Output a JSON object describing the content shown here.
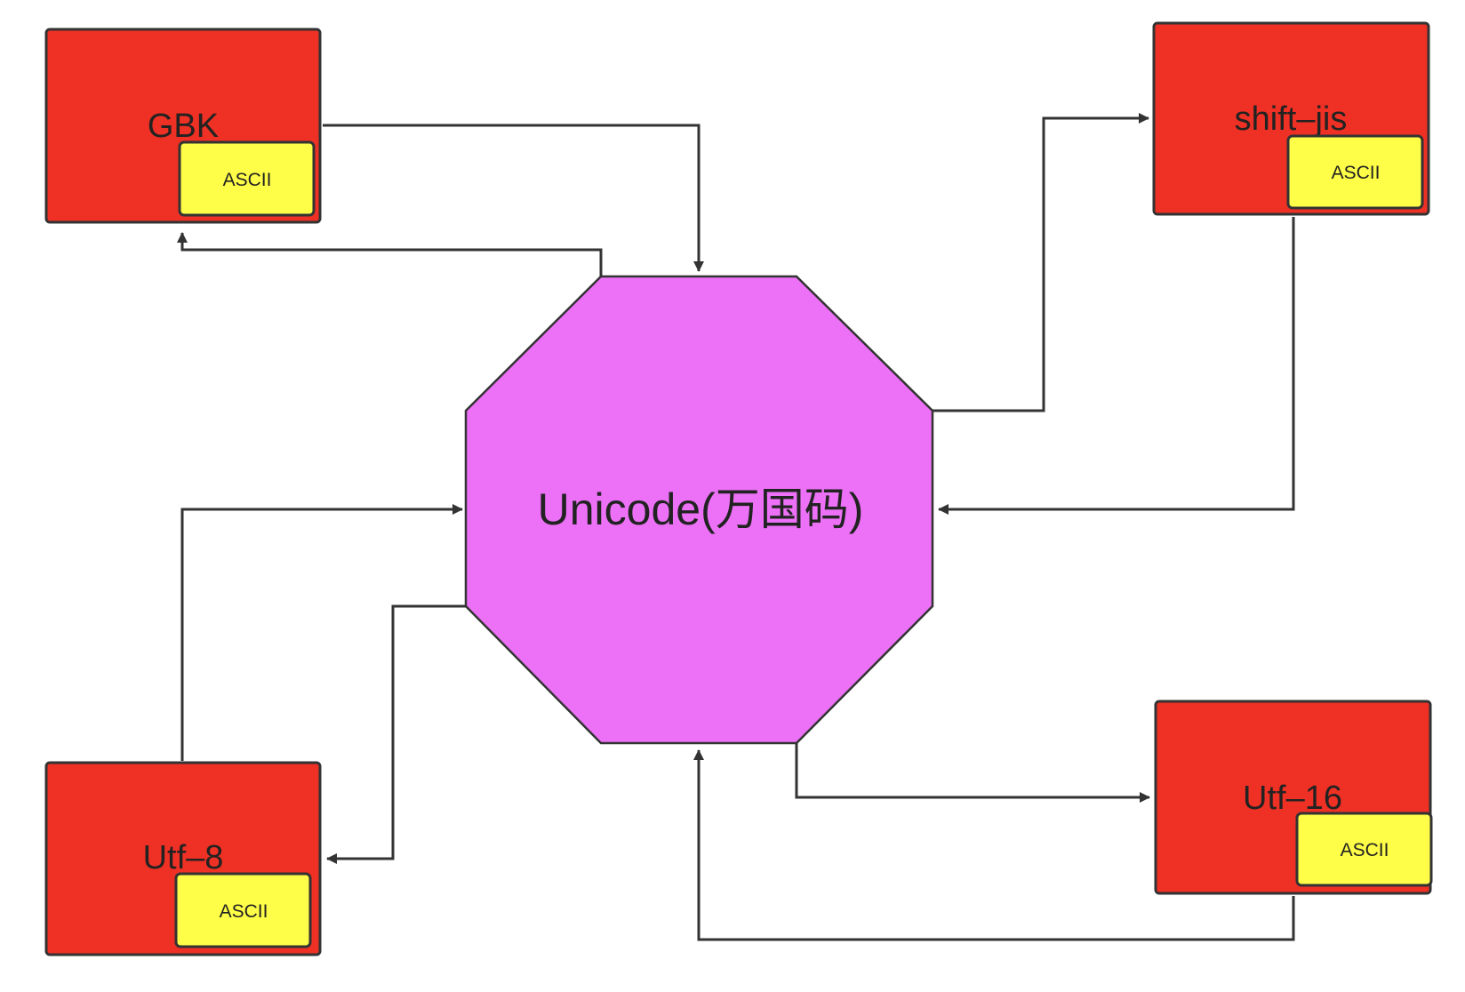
{
  "center": {
    "label": "Unicode(万国码)",
    "color": "#ec71f6"
  },
  "encodings": {
    "gbk": {
      "label": "GBK",
      "badge": "ASCII"
    },
    "shift_jis": {
      "label": "shift–jis",
      "badge": "ASCII"
    },
    "utf8": {
      "label": "Utf–8",
      "badge": "ASCII"
    },
    "utf16": {
      "label": "Utf–16",
      "badge": "ASCII"
    }
  },
  "colors": {
    "encoding_box": "#ee3124",
    "ascii_badge": "#fefd47",
    "stroke": "#333333"
  },
  "edges": [
    {
      "from": "GBK",
      "to": "Unicode(万国码)"
    },
    {
      "from": "Unicode(万国码)",
      "to": "GBK"
    },
    {
      "from": "Unicode(万国码)",
      "to": "shift–jis"
    },
    {
      "from": "shift–jis",
      "to": "Unicode(万国码)"
    },
    {
      "from": "Utf–8",
      "to": "Unicode(万国码)"
    },
    {
      "from": "Unicode(万国码)",
      "to": "Utf–8"
    },
    {
      "from": "Unicode(万国码)",
      "to": "Utf–16"
    },
    {
      "from": "Utf–16",
      "to": "Unicode(万国码)"
    }
  ]
}
